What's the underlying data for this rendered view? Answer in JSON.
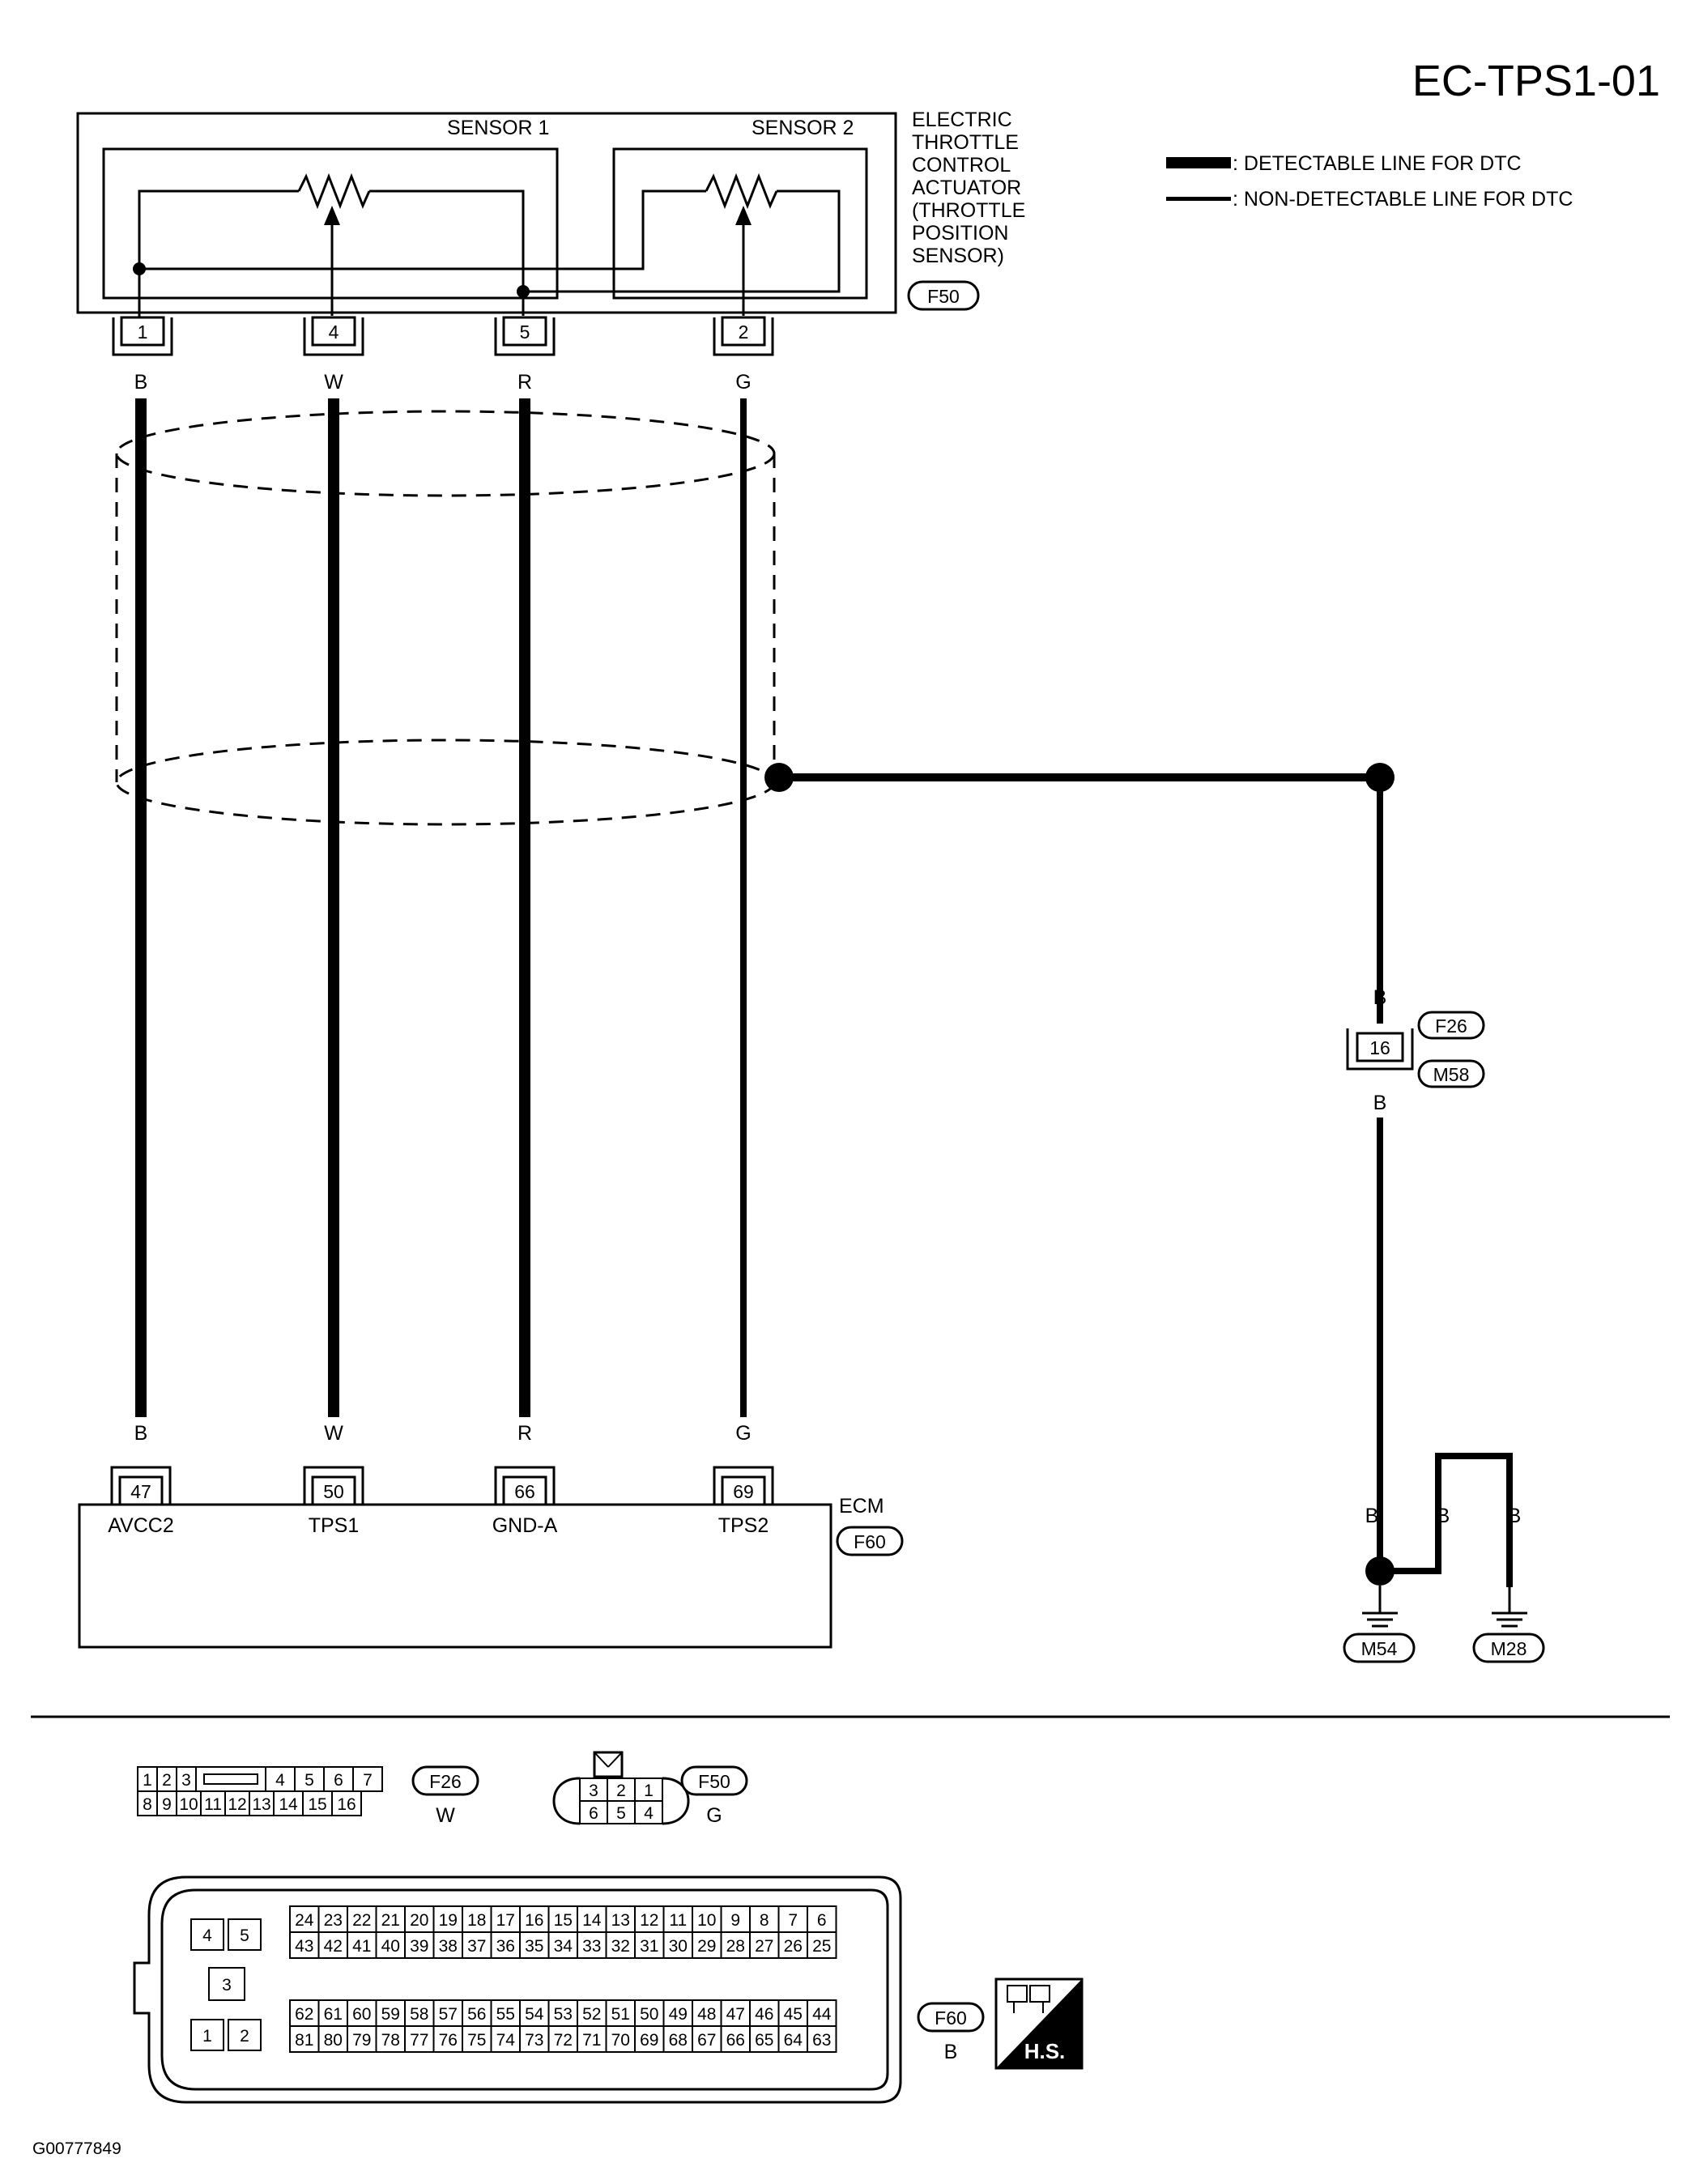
{
  "page_code": "EC-TPS1-01",
  "figure_id": "G00777849",
  "legend": {
    "detectable": ": DETECTABLE LINE FOR DTC",
    "non_detectable": ": NON-DETECTABLE LINE FOR DTC"
  },
  "actuator": {
    "sensor1": "SENSOR 1",
    "sensor2": "SENSOR 2",
    "name_lines": [
      "ELECTRIC",
      "THROTTLE",
      "CONTROL",
      "ACTUATOR",
      "(THROTTLE",
      "POSITION",
      "SENSOR)"
    ],
    "connector": "F50",
    "pins": [
      "1",
      "4",
      "5",
      "2"
    ]
  },
  "wire_colors": [
    "B",
    "W",
    "R",
    "G"
  ],
  "ecm": {
    "label": "ECM",
    "connector": "F60",
    "pins": [
      "47",
      "50",
      "66",
      "69"
    ],
    "terminals": [
      "AVCC2",
      "TPS1",
      "GND-A",
      "TPS2"
    ]
  },
  "shield": {
    "wire_color_top": "B",
    "joint_pin": "16",
    "joint_connectors": [
      "F26",
      "M58"
    ],
    "wire_color_bottom": "B",
    "ground_wire_colors": [
      "B",
      "B",
      "B"
    ],
    "grounds": [
      "M54",
      "M28"
    ]
  },
  "connector_views": {
    "f26": {
      "id": "F26",
      "color": "W",
      "row1": [
        "1",
        "2",
        "3",
        "4",
        "5",
        "6",
        "7"
      ],
      "row2": [
        "8",
        "9",
        "10",
        "11",
        "12",
        "13",
        "14",
        "15",
        "16"
      ]
    },
    "f50": {
      "id": "F50",
      "color": "G",
      "row1": [
        "3",
        "2",
        "1"
      ],
      "row2": [
        "6",
        "5",
        "4"
      ]
    },
    "f60": {
      "id": "F60",
      "color": "B",
      "left_pins": [
        "4",
        "5",
        "3",
        "1",
        "2"
      ],
      "row1": [
        "24",
        "23",
        "22",
        "21",
        "20",
        "19",
        "18",
        "17",
        "16",
        "15",
        "14",
        "13",
        "12",
        "11",
        "10",
        "9",
        "8",
        "7",
        "6"
      ],
      "row2": [
        "43",
        "42",
        "41",
        "40",
        "39",
        "38",
        "37",
        "36",
        "35",
        "34",
        "33",
        "32",
        "31",
        "30",
        "29",
        "28",
        "27",
        "26",
        "25"
      ],
      "row3": [
        "62",
        "61",
        "60",
        "59",
        "58",
        "57",
        "56",
        "55",
        "54",
        "53",
        "52",
        "51",
        "50",
        "49",
        "48",
        "47",
        "46",
        "45",
        "44"
      ],
      "row4": [
        "81",
        "80",
        "79",
        "78",
        "77",
        "76",
        "75",
        "74",
        "73",
        "72",
        "71",
        "70",
        "69",
        "68",
        "67",
        "66",
        "65",
        "64",
        "63"
      ]
    },
    "hs_badge": "H.S."
  }
}
